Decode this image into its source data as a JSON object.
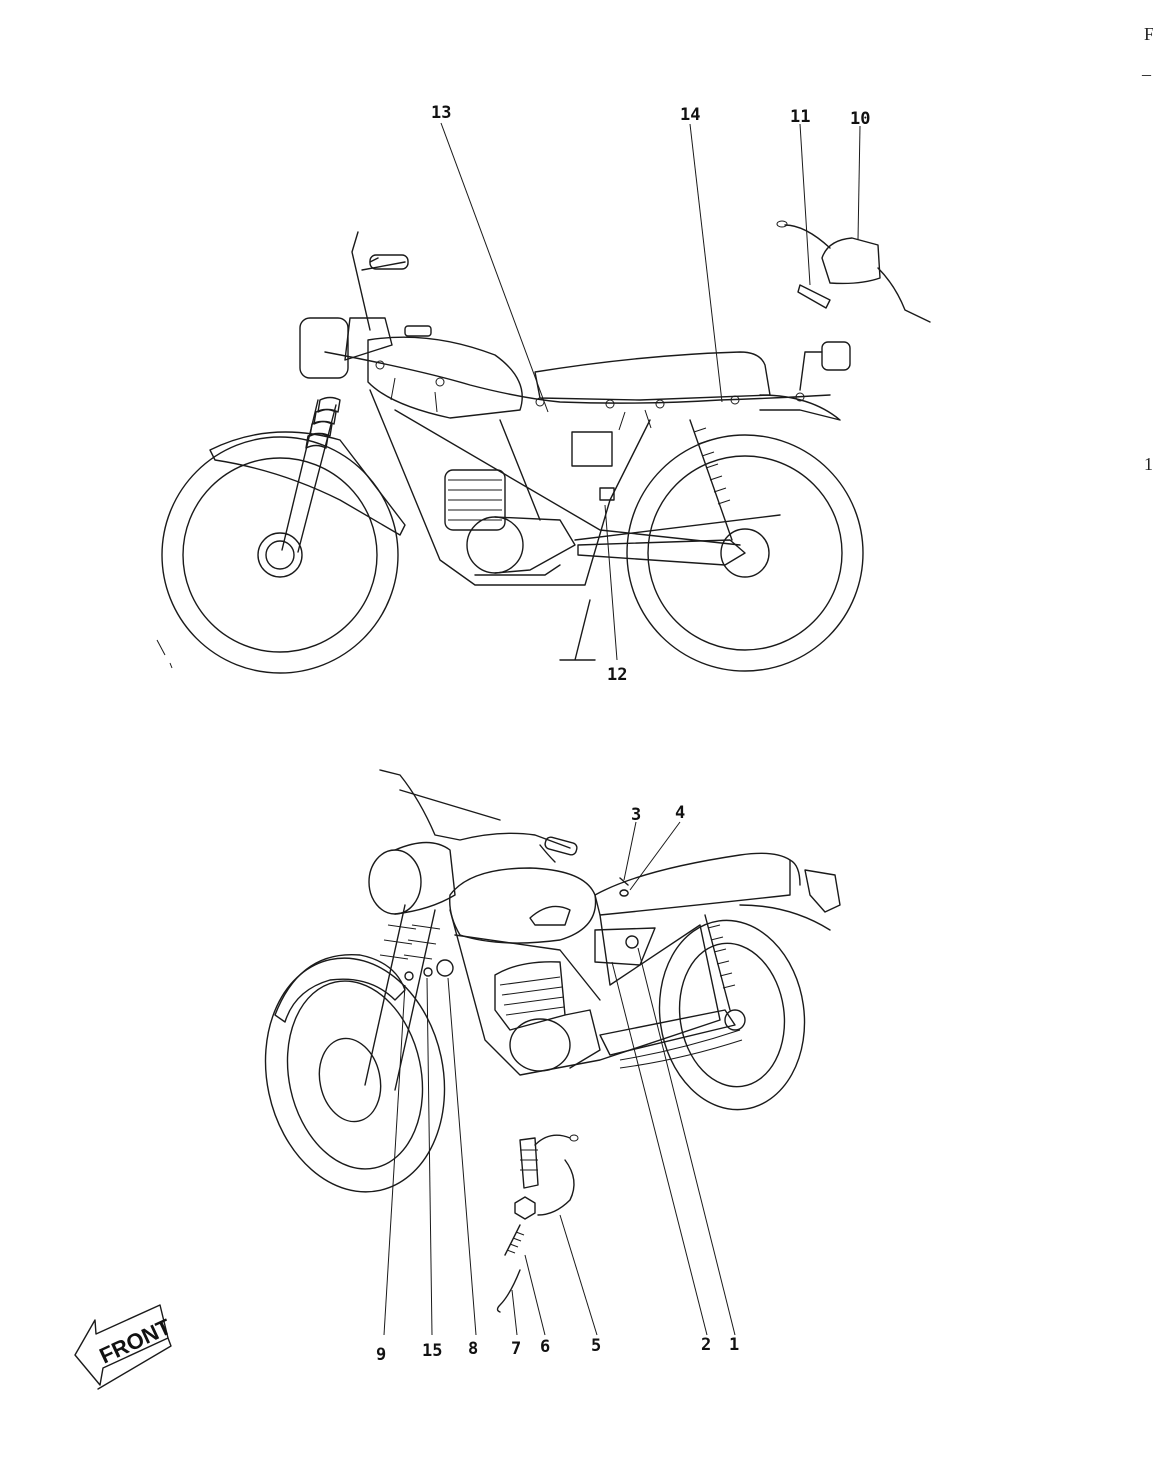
{
  "top_view": {
    "callouts": [
      {
        "id": "13",
        "label": "13"
      },
      {
        "id": "14",
        "label": "14"
      },
      {
        "id": "11",
        "label": "11"
      },
      {
        "id": "10",
        "label": "10"
      },
      {
        "id": "12",
        "label": "12"
      }
    ]
  },
  "bottom_view": {
    "callouts": [
      {
        "id": "3",
        "label": "3"
      },
      {
        "id": "4",
        "label": "4"
      },
      {
        "id": "9",
        "label": "9"
      },
      {
        "id": "15",
        "label": "15"
      },
      {
        "id": "8",
        "label": "8"
      },
      {
        "id": "7",
        "label": "7"
      },
      {
        "id": "6",
        "label": "6"
      },
      {
        "id": "5",
        "label": "5"
      },
      {
        "id": "2",
        "label": "2"
      },
      {
        "id": "1",
        "label": "1"
      }
    ]
  },
  "front_arrow": {
    "label": "FRONT"
  },
  "edge_marks": {
    "top_right": "F",
    "dash": "–",
    "right": "1"
  }
}
